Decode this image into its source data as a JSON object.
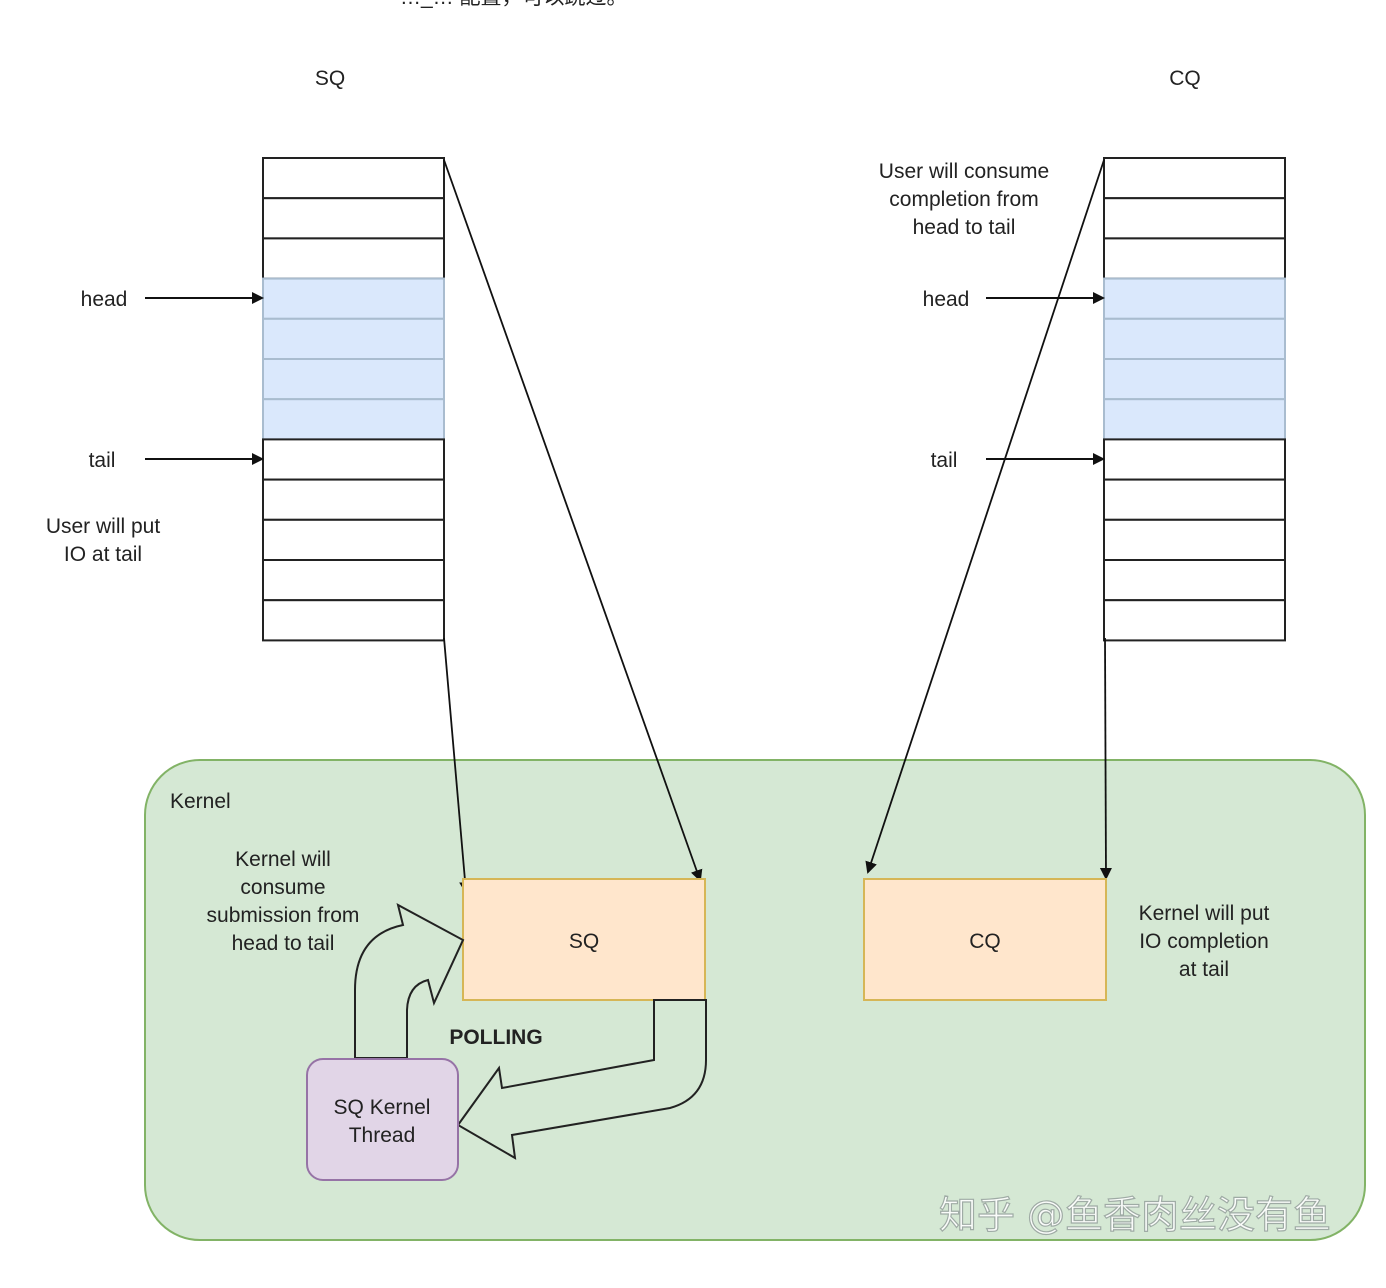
{
  "top_fragment": "…_… 配置，可以跳过。",
  "sq": {
    "title": "SQ",
    "head_label": "head",
    "tail_label": "tail",
    "note_lines": [
      "User will put",
      "IO at tail"
    ],
    "slot_count": 12,
    "filled_slots": [
      3,
      4,
      5,
      6
    ]
  },
  "cq": {
    "title": "CQ",
    "head_label": "head",
    "tail_label": "tail",
    "note_lines": [
      "User will consume",
      "completion from",
      "head to tail"
    ],
    "slot_count": 12,
    "filled_slots": [
      3,
      4,
      5,
      6
    ]
  },
  "kernel": {
    "title": "Kernel",
    "sq_box_label": "SQ",
    "cq_box_label": "CQ",
    "consume_note_lines": [
      "Kernel will",
      "consume",
      "submission from",
      "head to tail"
    ],
    "put_note_lines": [
      "Kernel will put",
      "IO completion",
      "at tail"
    ],
    "polling_label": "POLLING",
    "thread_label_lines": [
      "SQ Kernel",
      "Thread"
    ]
  },
  "colors": {
    "slot_filled": "#dae8fc",
    "kernel_bg": "#d5e8d4",
    "kernel_border": "#82b366",
    "queue_box_fill": "#ffe6cc",
    "queue_box_border": "#d6b656",
    "thread_fill": "#e1d5e7",
    "thread_border": "#9673a6"
  },
  "watermark": "知乎 @鱼香肉丝没有鱼"
}
